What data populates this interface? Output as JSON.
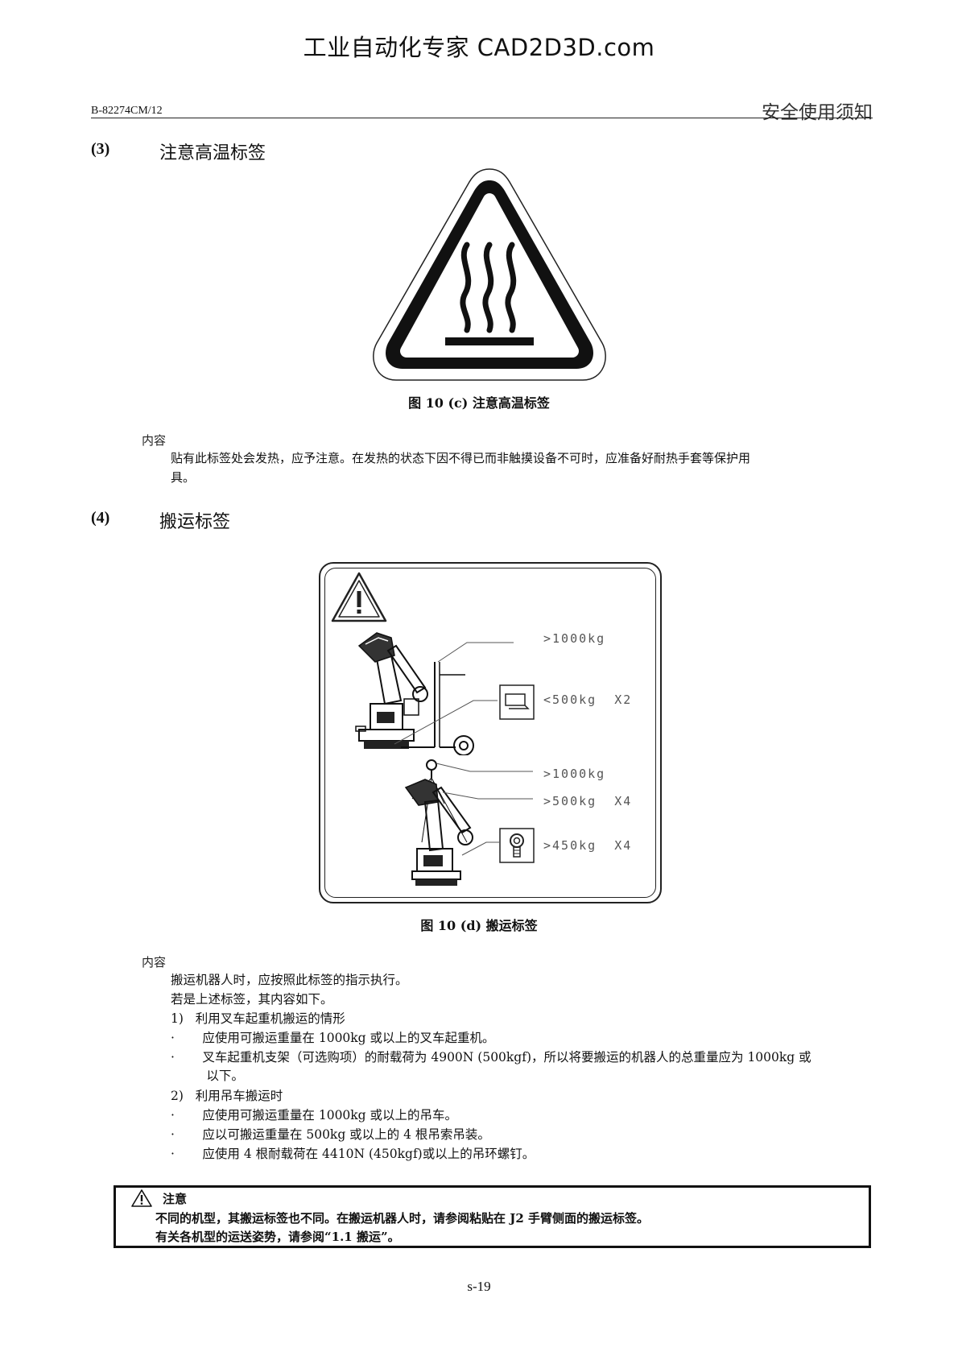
{
  "watermark": "工业自动化专家 CAD2D3D.com",
  "header": {
    "doc_id": "B-82274CM/12",
    "section": "安全使用须知"
  },
  "section3": {
    "num": "(3)",
    "title": "注意高温标签",
    "caption": "图 10 (c)  注意高温标签",
    "content_label": "内容",
    "content_line1": "贴有此标签处会发热，应予注意。在发热的状态下因不得已而非触摸设备不可时，应准备好耐热手套等保护用",
    "content_line2": "具。"
  },
  "section4": {
    "num": "(4)",
    "title": "搬运标签",
    "caption": "图 10 (d)  搬运标签",
    "label_texts": {
      "forklift_capacity": ">1000kg",
      "fork_support": "<500kg  X2",
      "crane_capacity": ">1000kg",
      "sling": ">500kg  X4",
      "eyebolt": ">450kg  X4"
    },
    "content_label": "内容",
    "lines": [
      "搬运机器人时，应按照此标签的指示执行。",
      "若是上述标签，其内容如下。",
      "1)   利用叉车起重机搬运的情形",
      "·       应使用可搬运重量在 1000kg 或以上的叉车起重机。",
      "·       叉车起重机支架（可选购项）的耐载荷为 4900N (500kgf)，所以将要搬运的机器人的总重量应为 1000kg 或",
      "         以下。",
      "2)   利用吊车搬运时",
      "·       应使用可搬运重量在 1000kg 或以上的吊车。",
      "·       应以可搬运重量在 500kg 或以上的 4 根吊索吊装。",
      "·       应使用 4 根耐载荷在 4410N (450kgf)或以上的吊环螺钉。"
    ]
  },
  "note": {
    "title": "注意",
    "line1": "不同的机型，其搬运标签也不同。在搬运机器人时，请参阅粘贴在 J2 手臂侧面的搬运标签。",
    "line2": "有关各机型的运送姿势，请参阅“1.1  搬运”。"
  },
  "page_number": "s-19",
  "colors": {
    "ink": "#111111",
    "label_gray": "#555555"
  },
  "icons": [
    "hot-surface-warning-icon",
    "caution-triangle-icon",
    "forklift-icon",
    "eyebolt-icon",
    "robot-illustration"
  ]
}
